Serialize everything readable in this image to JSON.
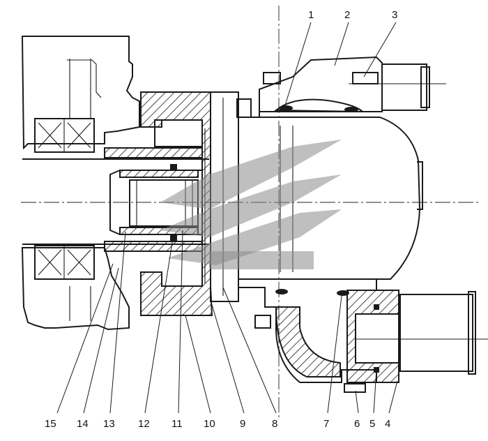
{
  "figure": {
    "callouts_top": [
      "1",
      "2",
      "3"
    ],
    "callouts_bottom": [
      "15",
      "14",
      "13",
      "12",
      "11",
      "10",
      "9",
      "8",
      "7",
      "6",
      "5",
      "4"
    ]
  }
}
